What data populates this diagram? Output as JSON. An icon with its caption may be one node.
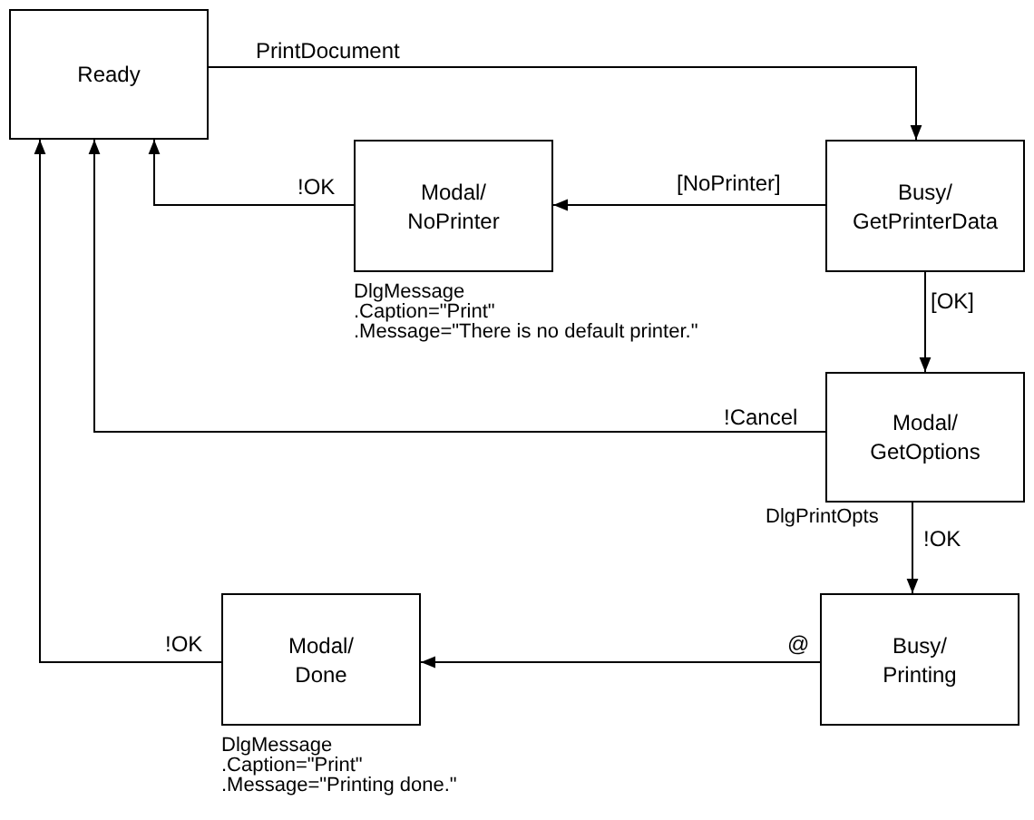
{
  "diagram": {
    "nodes": [
      {
        "text": [
          "Ready"
        ]
      },
      {
        "text": [
          "Modal/ NoPrinter"
        ],
        "beside": [
          "DlgMessage",
          ".Caption=\"Print\"",
          ".Message=\"There is no default printer.\""
        ]
      },
      {
        "text": [
          "Busy/ GetPrinterData"
        ]
      },
      {
        "text": [
          "Modal/ GetOptions"
        ],
        "beside": [
          "DlgPrintOpts"
        ]
      },
      {
        "text": [
          "Busy/ Printing"
        ]
      },
      {
        "text": [
          "Modal/ Done"
        ],
        "beside": [
          "DlgMessage",
          ".Caption=\"Print\"",
          ".Message=\"Printing done.\""
        ]
      }
    ],
    "edges": [
      {
        "from": 0,
        "to": 2,
        "arrow": "to",
        "label": "PrintDocument"
      },
      {
        "from": 2,
        "to": 1,
        "arrow": "to",
        "label": "[NoPrinter]"
      },
      {
        "from": 1,
        "to": 0,
        "arrow": "to",
        "label": "!OK"
      },
      {
        "from": 2,
        "to": 3,
        "arrow": "to",
        "label": "[OK]"
      },
      {
        "from": 3,
        "to": 0,
        "arrow": "to",
        "label": "!Cancel"
      },
      {
        "from": 3,
        "to": 4,
        "arrow": "to",
        "label": "!OK"
      },
      {
        "from": 4,
        "to": 5,
        "arrow": "to",
        "label": "@"
      },
      {
        "from": 5,
        "to": 0,
        "arrow": "to",
        "label": "!OK"
      }
    ]
  }
}
